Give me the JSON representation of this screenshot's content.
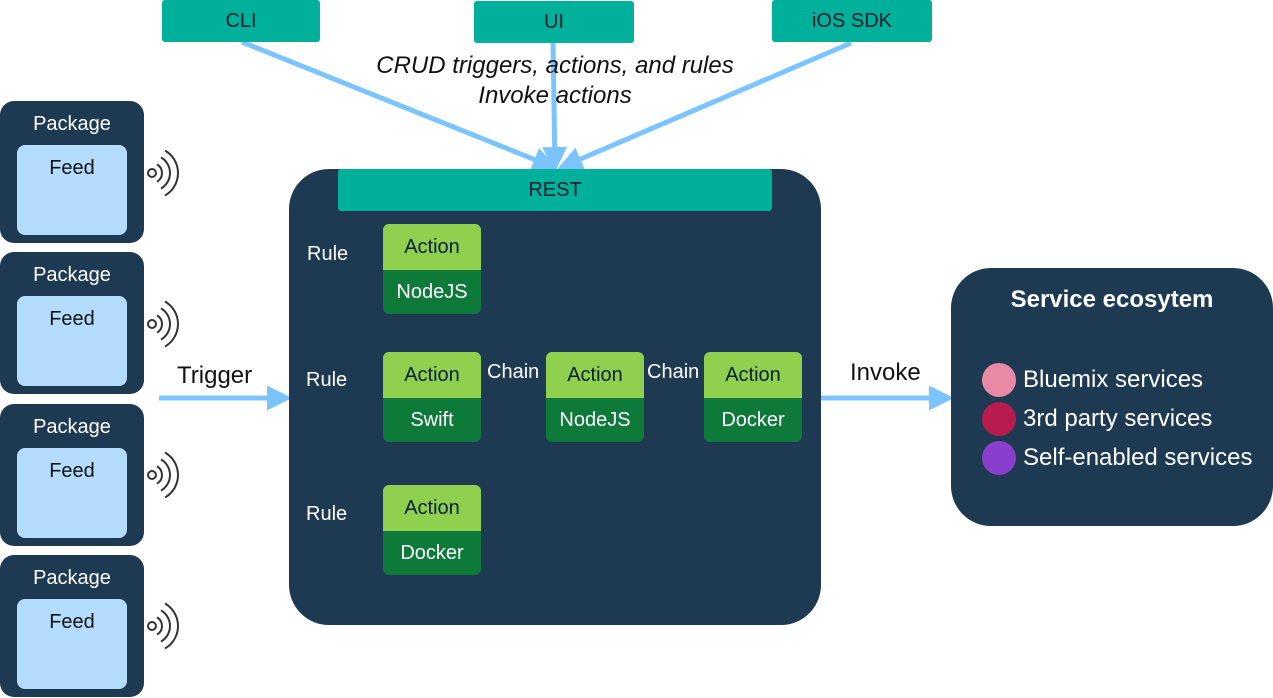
{
  "clients": [
    {
      "label": "CLI"
    },
    {
      "label": "UI"
    },
    {
      "label": "iOS SDK"
    }
  ],
  "crud": {
    "line1": "CRUD triggers, actions, and rules",
    "line2": "Invoke actions"
  },
  "packages": [
    {
      "label": "Package",
      "feed": "Feed"
    },
    {
      "label": "Package",
      "feed": "Feed"
    },
    {
      "label": "Package",
      "feed": "Feed"
    },
    {
      "label": "Package",
      "feed": "Feed"
    }
  ],
  "trigger_label": "Trigger",
  "rest_label": "REST",
  "rule_label": "Rule",
  "chain_label": "Chain",
  "actions": [
    {
      "top": "Action",
      "bottom": "NodeJS"
    },
    {
      "top": "Action",
      "bottom": "Swift"
    },
    {
      "top": "Action",
      "bottom": "NodeJS"
    },
    {
      "top": "Action",
      "bottom": "Docker"
    },
    {
      "top": "Action",
      "bottom": "Docker"
    }
  ],
  "invoke_label": "Invoke",
  "ecosystem": {
    "title": "Service ecosytem",
    "items": [
      {
        "label": "Bluemix services",
        "color": "#e88aa6"
      },
      {
        "label": "3rd party services",
        "color": "#b81c4e"
      },
      {
        "label": "Self-enabled services",
        "color": "#8a3fcc"
      }
    ]
  },
  "colors": {
    "panel": "#1e3a52",
    "teal": "#00b09b",
    "arrow": "#7cc4ff",
    "action_top": "#8fd14f",
    "action_bottom": "#0d7a3a",
    "feed": "#b3dcff"
  }
}
